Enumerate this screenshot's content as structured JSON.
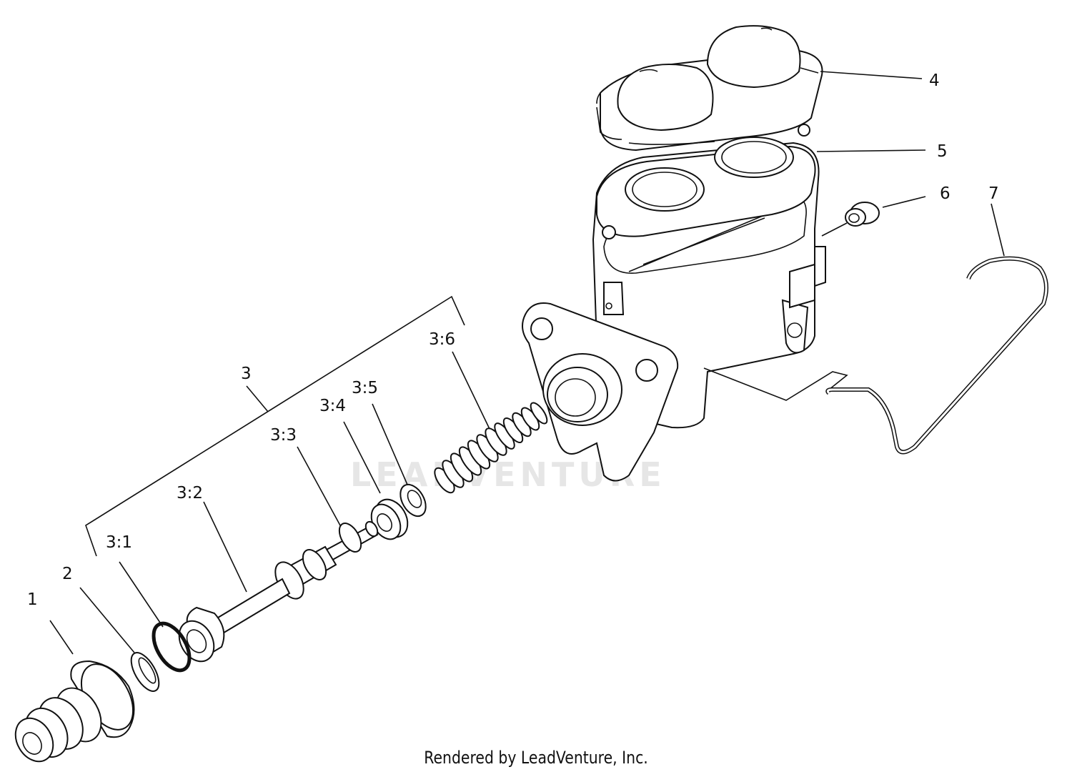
{
  "watermark": {
    "text": "LEADVENTURE"
  },
  "footer": {
    "text": "Rendered by LeadVenture, Inc."
  },
  "callouts": [
    {
      "id": "1",
      "label": "1"
    },
    {
      "id": "2",
      "label": "2"
    },
    {
      "id": "3-1",
      "label": "3:1"
    },
    {
      "id": "3-2",
      "label": "3:2"
    },
    {
      "id": "3",
      "label": "3"
    },
    {
      "id": "3-3",
      "label": "3:3"
    },
    {
      "id": "3-4",
      "label": "3:4"
    },
    {
      "id": "3-5",
      "label": "3:5"
    },
    {
      "id": "3-6",
      "label": "3:6"
    },
    {
      "id": "4",
      "label": "4"
    },
    {
      "id": "5",
      "label": "5"
    },
    {
      "id": "6",
      "label": "6"
    },
    {
      "id": "7",
      "label": "7"
    }
  ]
}
